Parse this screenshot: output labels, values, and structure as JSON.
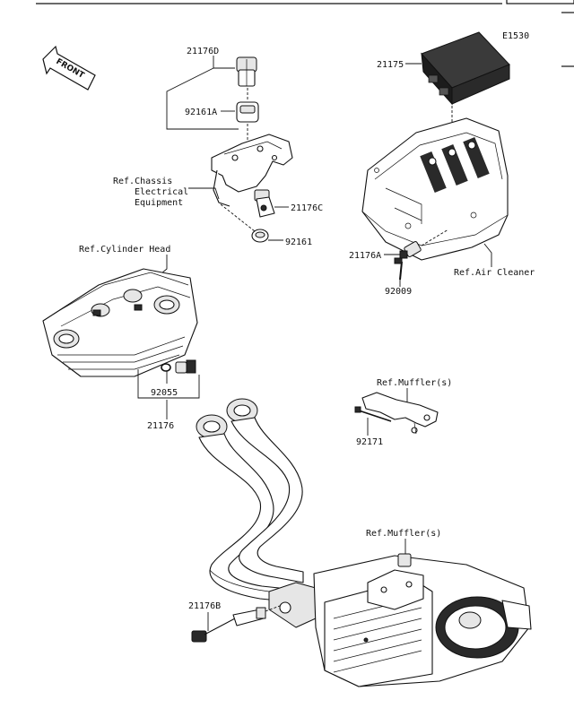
{
  "diagram_code": "E1530",
  "front_arrow": {
    "text": "FRONT",
    "icon": "front-direction-arrow-icon"
  },
  "labels": {
    "p21176D": "21176D",
    "p92161A": "92161A",
    "p21175": "21175",
    "ref_chassis_1": "Ref.Chassis",
    "ref_chassis_2": "Electrical",
    "ref_chassis_3": "Equipment",
    "p21176C": "21176C",
    "p92161": "92161",
    "ref_cyl_head": "Ref.Cylinder Head",
    "p21176A": "21176A",
    "ref_air_cleaner": "Ref.Air Cleaner",
    "p92009": "92009",
    "p92055": "92055",
    "p21176": "21176",
    "ref_muffler_1": "Ref.Muffler(s)",
    "p92171": "92171",
    "ref_muffler_2": "Ref.Muffler(s)",
    "p21176B": "21176B"
  }
}
